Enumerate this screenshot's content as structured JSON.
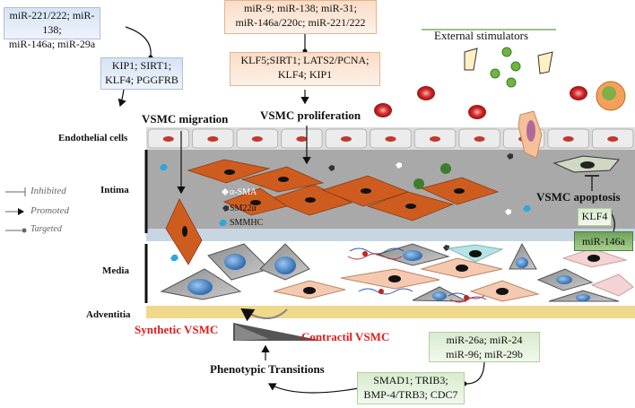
{
  "boxes": {
    "migration_mirna": [
      "miR-221/222; miR-138;",
      "miR-146a; miR-29a"
    ],
    "migration_targets": [
      "KIP1; SIRT1;",
      "KLF4; PGGFRB"
    ],
    "proliferation_mirna": [
      "miR-9; miR-138; miR-31;",
      "miR-146a/220c; miR-221/222"
    ],
    "proliferation_targets": [
      "KLF5;SIRT1; LATS2/PCNA;",
      "KLF4; KIP1"
    ],
    "apoptosis_target": "KLF4",
    "apoptosis_mirna": "miR-146a",
    "transition_mirna": [
      "miR-26a; miR-24",
      "miR-96; miR-29b"
    ],
    "transition_targets": [
      "SMAD1; TRIB3;",
      "BMP-4/TRB3; CDC7"
    ]
  },
  "labels": {
    "vsmc_migration": "VSMC migration",
    "vsmc_proliferation": "VSMC  proliferation",
    "vsmc_apoptosis": "VSMC  apoptosis",
    "external_stimulators": "External stimulators",
    "endothelial": "Endothelial cells",
    "intima": "Intima",
    "media": "Media",
    "adventitia": "Adventitia",
    "synthetic": "Synthetic VSMC",
    "contractil": "Contractil VSMC",
    "phenotypic": "Phenotypic Transitions"
  },
  "legend": {
    "inhibited": "Inhibited",
    "promoted": "Promoted",
    "targeted": "Targeted"
  },
  "markers": {
    "sma": "α-SMA",
    "sm22": "SM22α",
    "smmhc": "SMMHC"
  },
  "colors": {
    "intima_gray": "#a9a9a9",
    "synthetic_cell": "#cf5c1f",
    "contractile_cell": "#f4c9b0",
    "nucleus_blue": "#3f7fc0",
    "red_label": "#e31b1b",
    "adventitia_yellow": "#f0d98a"
  }
}
